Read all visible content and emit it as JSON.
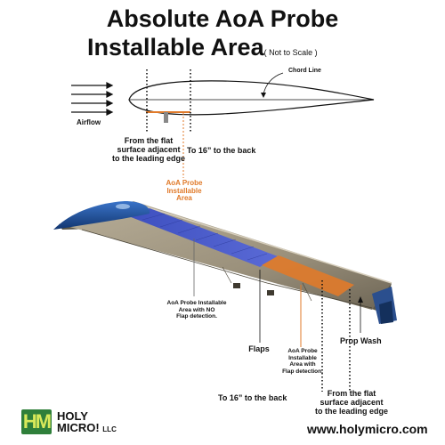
{
  "header": {
    "title_line1": "Absolute AoA Probe",
    "title_line2": "Installable Area",
    "scale_note": "( Not to Scale )"
  },
  "airfoil": {
    "chord_label": "Chord Line",
    "airflow_label": "Airflow",
    "front_label": [
      "From the flat",
      "surface adjacent",
      "to the leading edge"
    ],
    "back_label": "To 16” to the back",
    "probe_label": [
      "AoA Probe",
      "Installable",
      "Area"
    ]
  },
  "wing": {
    "no_flap_label": [
      "AoA Probe Installable",
      "Area with NO",
      "Flap detection."
    ],
    "flap_label": [
      "AoA Probe",
      "Installable",
      "Area with",
      "Flap detection."
    ],
    "flaps_label": "Flaps",
    "prop_wash_label": "Prop Wash",
    "back_label": "To 16” to the back",
    "front_label": [
      "From the flat",
      "surface adjacent",
      "to the leading edge"
    ]
  },
  "footer": {
    "logo_mark": "HM",
    "brand_line1": "HOLY",
    "brand_line2": "MICRO!",
    "brand_suffix": "LLC",
    "website": "www.holymicro.com"
  },
  "colors": {
    "accent_orange": "#e07a2a",
    "solar_blue": "#4a5cc8",
    "wing_tan": "#9e9480",
    "brand_green": "#2f7f3a"
  }
}
